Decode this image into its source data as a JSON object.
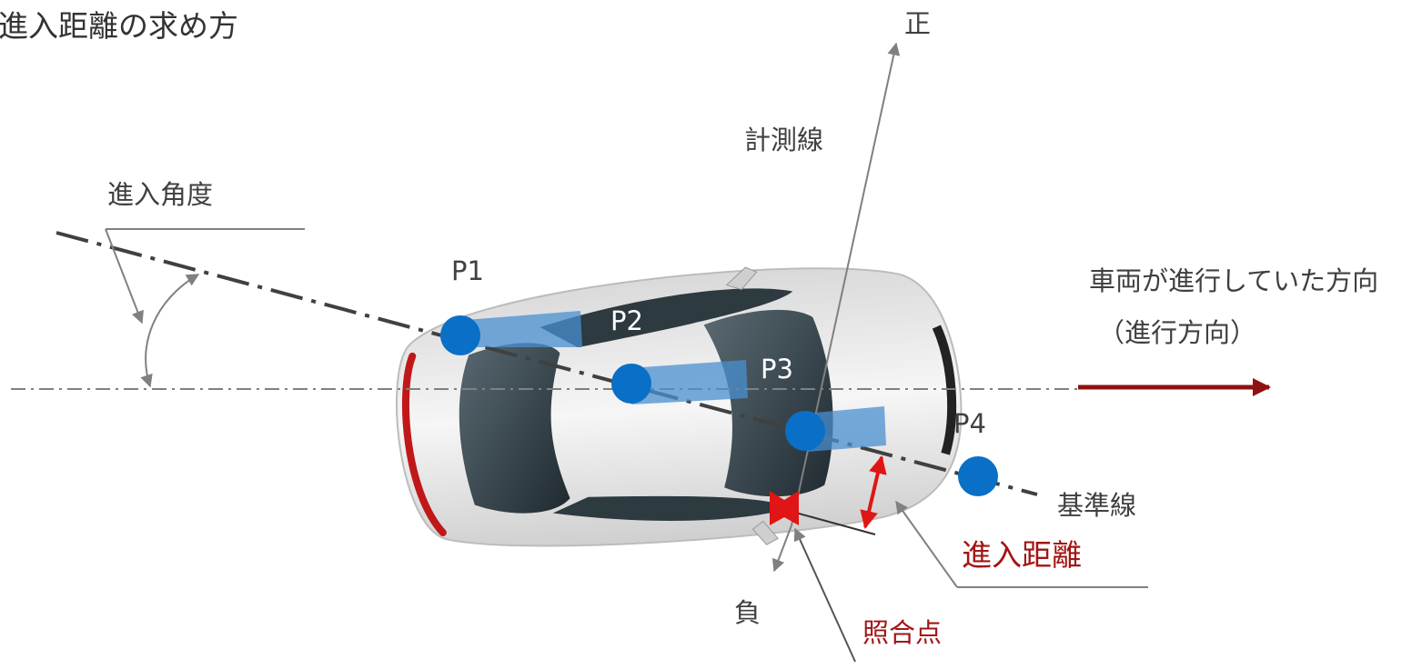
{
  "title": "進入距離の求め方",
  "labels": {
    "positive": "正",
    "measurement_line": "計測線",
    "entry_angle": "進入角度",
    "direction_line1": "車両が進行していた方向",
    "direction_line2": "（進行方向）",
    "reference_line": "基準線",
    "entry_distance": "進入距離",
    "negative": "負",
    "matching_point": "照合点"
  },
  "points": [
    {
      "id": "p1",
      "label": "P1"
    },
    {
      "id": "p2",
      "label": "P2"
    },
    {
      "id": "p3",
      "label": "P3"
    },
    {
      "id": "p4",
      "label": "P4"
    }
  ],
  "colors": {
    "point": "#0a6fc7",
    "point_band": "#4a8fd0",
    "accent_red": "#a31414",
    "arrow_dark_red": "#8e1010",
    "distance_arrow": "#e01515",
    "line": "#808080",
    "dashdot": "#404040"
  }
}
